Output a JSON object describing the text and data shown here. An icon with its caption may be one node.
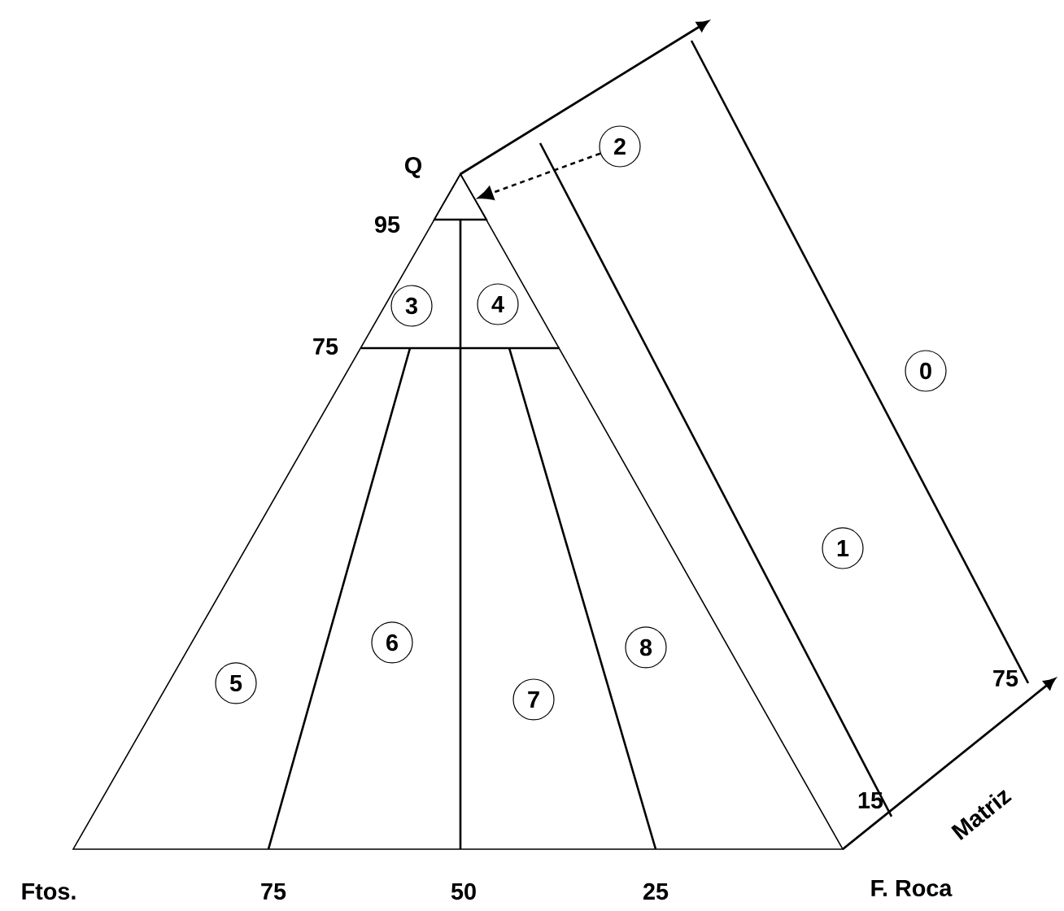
{
  "diagram": {
    "nodes": [
      {
        "text": [
          "2"
        ]
      },
      {
        "text": [
          "3"
        ]
      },
      {
        "text": [
          "4"
        ]
      },
      {
        "text": [
          "0"
        ]
      },
      {
        "text": [
          "1"
        ]
      },
      {
        "text": [
          "6"
        ]
      },
      {
        "text": [
          "8"
        ]
      },
      {
        "text": [
          "5"
        ]
      },
      {
        "text": [
          "7"
        ]
      },
      {
        "text": [],
        "shape": "triangle"
      }
    ],
    "edges": [
      {
        "from": 0,
        "to": 9,
        "arrow": "to",
        "style": "dashed"
      }
    ],
    "labels": [
      "Q",
      "95",
      "75",
      "75",
      "15",
      "Matriz",
      "Ftos.",
      "75",
      "50",
      "25",
      "F. Roca"
    ]
  }
}
